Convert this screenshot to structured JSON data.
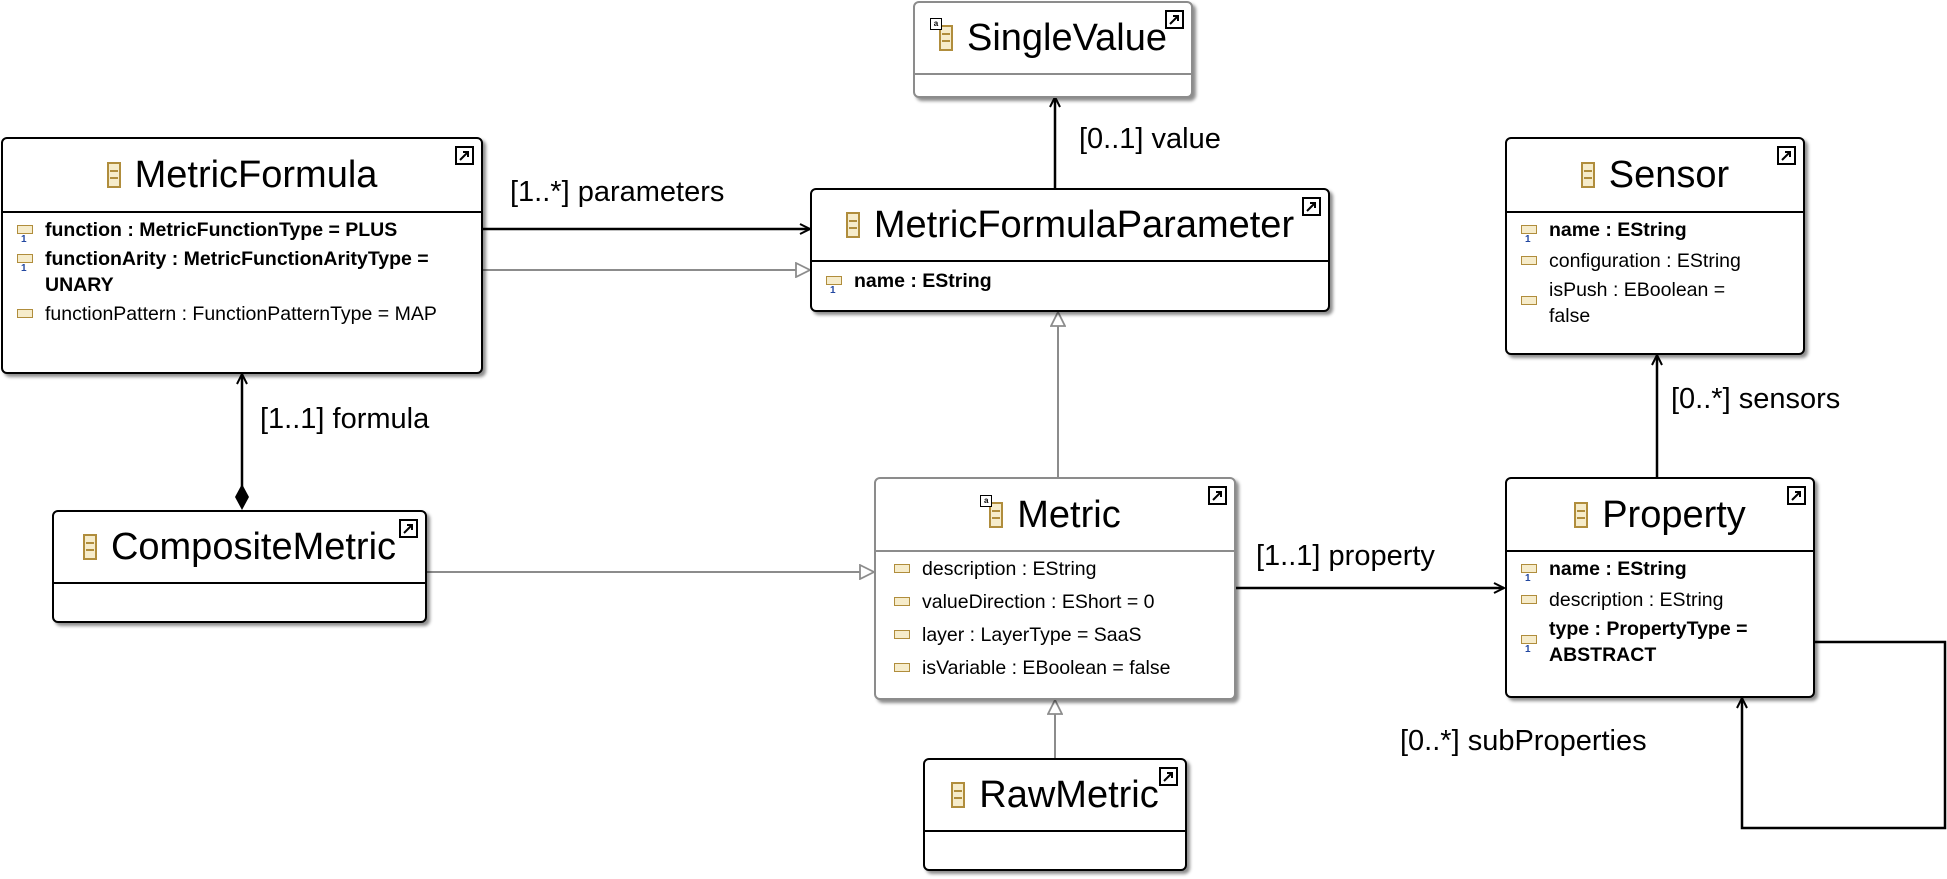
{
  "classes": {
    "single_value": {
      "name": "SingleValue"
    },
    "metric_formula": {
      "name": "MetricFormula",
      "attributes": [
        "function : MetricFunctionType = PLUS",
        "functionArity : MetricFunctionArityType = UNARY",
        "functionPattern : FunctionPatternType = MAP"
      ]
    },
    "metric_formula_parameter": {
      "name": "MetricFormulaParameter",
      "attributes": [
        "name : EString"
      ]
    },
    "sensor": {
      "name": "Sensor",
      "attributes": [
        "name : EString",
        "configuration : EString",
        "isPush : EBoolean = false"
      ]
    },
    "composite_metric": {
      "name": "CompositeMetric"
    },
    "metric": {
      "name": "Metric",
      "attributes": [
        "description : EString",
        "valueDirection : EShort = 0",
        "layer : LayerType = SaaS",
        "isVariable : EBoolean = false"
      ]
    },
    "property": {
      "name": "Property",
      "attributes": [
        "name : EString",
        "description : EString",
        "type : PropertyType = ABSTRACT"
      ]
    },
    "raw_metric": {
      "name": "RawMetric"
    }
  },
  "references": {
    "parameters": "[1..*] parameters",
    "value": "[0..1] value",
    "formula": "[1..1] formula",
    "property": "[1..1] property",
    "sensors": "[0..*] sensors",
    "sub_properties": "[0..*] subProperties"
  },
  "colors": {
    "attribute_icon": "#b08d3c",
    "multiplicity_mark": "#2348a0",
    "inheritance_line": "#8c8c8c"
  }
}
